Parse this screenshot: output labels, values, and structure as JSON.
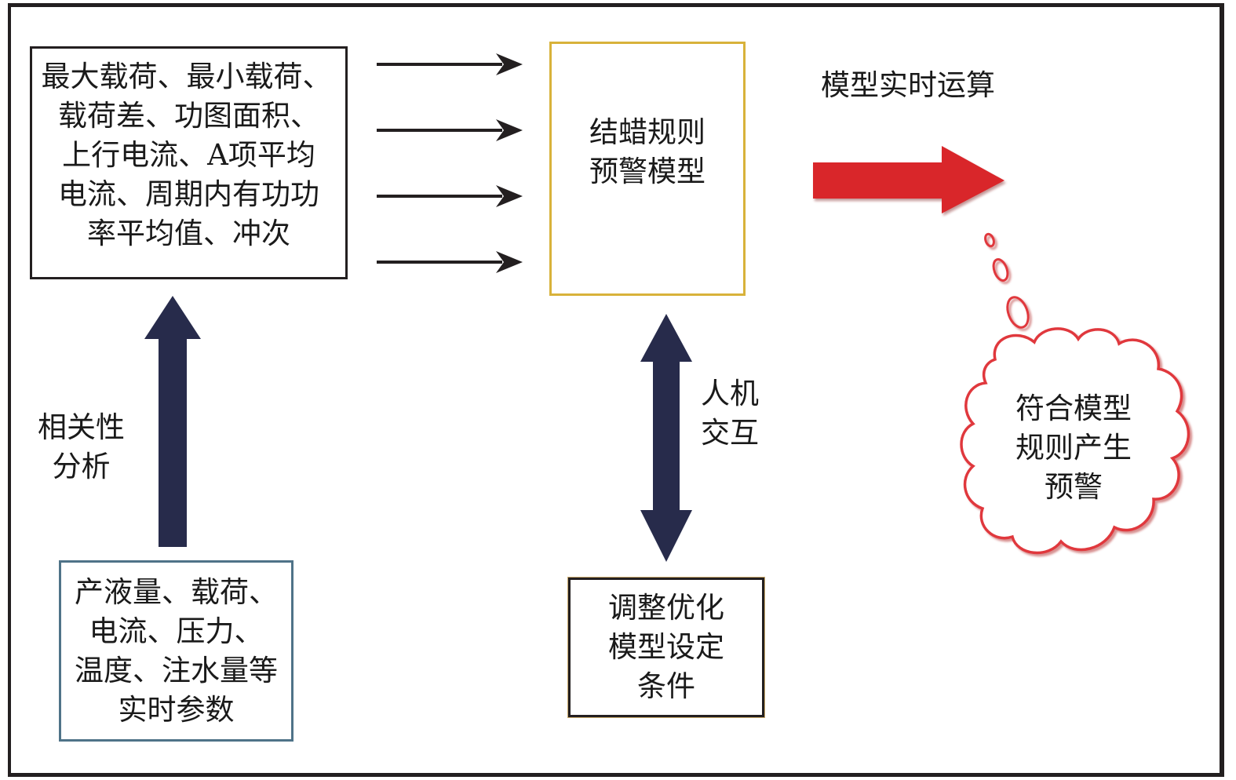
{
  "features_box": {
    "lines": [
      "最大载荷、最小载荷、",
      "载荷差、功图面积、",
      "上行电流、A项平均",
      "电流、周期内有功功",
      "率平均值、冲次"
    ]
  },
  "model_box": {
    "lines": [
      "结蜡规则",
      "预警模型"
    ]
  },
  "runtime_label": "模型实时运算",
  "alert_cloud": {
    "lines": [
      "符合模型",
      "规则产生",
      "预警"
    ]
  },
  "correlation_label": {
    "lines": [
      "相关性",
      "分析"
    ]
  },
  "params_box": {
    "lines": [
      "产液量、载荷、",
      "电流、压力、",
      "温度、注水量等",
      "实时参数"
    ]
  },
  "hmi_label": {
    "lines": [
      "人机",
      "交互"
    ]
  },
  "adjust_box": {
    "lines": [
      "调整优化",
      "模型设定",
      "条件"
    ]
  },
  "colors": {
    "frame": "#231f20",
    "model_border": "#d8b23a",
    "params_border": "#4f7388",
    "navy_arrow": "#272b4b",
    "red_arrow": "#d9252a",
    "cloud": "#e0393e"
  }
}
